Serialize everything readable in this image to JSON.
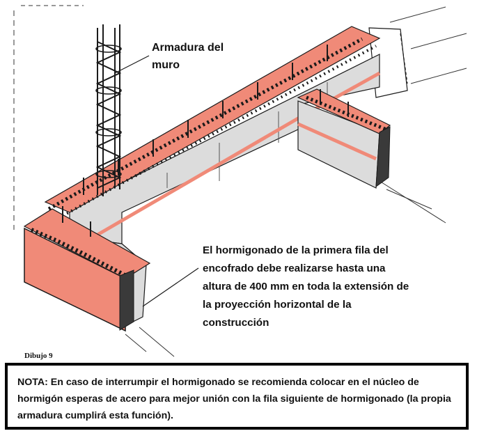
{
  "labels": {
    "armadura": "Armadura del muro",
    "hormigonado": "El hormigonado de la primera fila del encofrado debe realizarse hasta una altura de 400 mm en toda la extensión de la proyección horizontal de la construcción",
    "dibujo": "Dibujo 9"
  },
  "nota": {
    "text": "NOTA: En caso de interrumpir el hormigonado se recomienda colocar en el núcleo de hormigón esperas de acero para mejor unión con la fila siguiente de hormigonado (la propia armadura cumplirá esta función)."
  },
  "colors": {
    "concrete": "#f08a78",
    "panel": "#dcdcdc",
    "line": "#1a1a1a",
    "background": "#ffffff"
  }
}
